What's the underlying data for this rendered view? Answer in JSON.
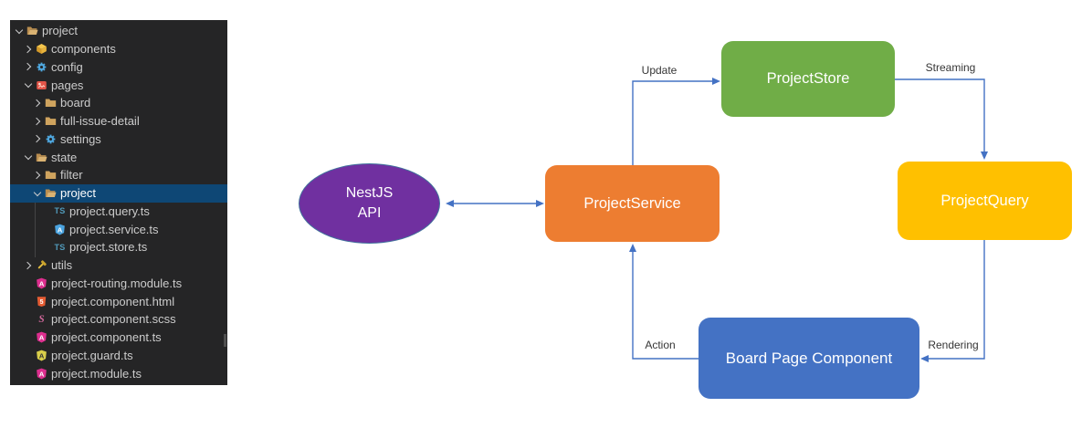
{
  "sidebar": {
    "background": "#252526",
    "selection_color": "#0e4775",
    "text_color": "#cccccc",
    "items": [
      {
        "label": "project",
        "level": 0,
        "chevron": "down",
        "icon": "folder-open-icon",
        "selected": false
      },
      {
        "label": "components",
        "level": 1,
        "chevron": "right",
        "icon": "components-cube-icon",
        "selected": false
      },
      {
        "label": "config",
        "level": 1,
        "chevron": "right",
        "icon": "gear-icon",
        "selected": false
      },
      {
        "label": "pages",
        "level": 1,
        "chevron": "down",
        "icon": "pages-folder-icon",
        "selected": false
      },
      {
        "label": "board",
        "level": 2,
        "chevron": "right",
        "icon": "folder-icon",
        "selected": false
      },
      {
        "label": "full-issue-detail",
        "level": 2,
        "chevron": "right",
        "icon": "folder-icon",
        "selected": false
      },
      {
        "label": "settings",
        "level": 2,
        "chevron": "right",
        "icon": "gear-icon",
        "selected": false
      },
      {
        "label": "state",
        "level": 1,
        "chevron": "down",
        "icon": "folder-open-icon",
        "selected": false
      },
      {
        "label": "filter",
        "level": 2,
        "chevron": "right",
        "icon": "folder-icon",
        "selected": false
      },
      {
        "label": "project",
        "level": 2,
        "chevron": "down",
        "icon": "folder-open-icon",
        "selected": true
      },
      {
        "label": "project.query.ts",
        "level": 3,
        "chevron": null,
        "icon": "typescript-icon",
        "selected": false
      },
      {
        "label": "project.service.ts",
        "level": 3,
        "chevron": null,
        "icon": "angular-service-icon",
        "selected": false
      },
      {
        "label": "project.store.ts",
        "level": 3,
        "chevron": null,
        "icon": "typescript-icon",
        "selected": false
      },
      {
        "label": "utils",
        "level": 1,
        "chevron": "right",
        "icon": "tools-icon",
        "selected": false
      },
      {
        "label": "project-routing.module.ts",
        "level": 1,
        "chevron": null,
        "icon": "angular-module-icon",
        "selected": false
      },
      {
        "label": "project.component.html",
        "level": 1,
        "chevron": null,
        "icon": "html5-icon",
        "selected": false
      },
      {
        "label": "project.component.scss",
        "level": 1,
        "chevron": null,
        "icon": "sass-icon",
        "selected": false
      },
      {
        "label": "project.component.ts",
        "level": 1,
        "chevron": null,
        "icon": "angular-component-icon",
        "selected": false
      },
      {
        "label": "project.guard.ts",
        "level": 1,
        "chevron": null,
        "icon": "angular-guard-icon",
        "selected": false
      },
      {
        "label": "project.module.ts",
        "level": 1,
        "chevron": null,
        "icon": "angular-module-icon",
        "selected": false
      }
    ]
  },
  "diagram": {
    "arrow_color": "#4472C4",
    "nodes": [
      {
        "name": "nestjs-api",
        "shape": "ellipse",
        "line1": "NestJS",
        "line2": "API",
        "color": "#7030A0"
      },
      {
        "name": "project-service",
        "shape": "rounded-rect",
        "label": "ProjectService",
        "color": "#ED7D31"
      },
      {
        "name": "project-store",
        "shape": "rounded-rect",
        "label": "ProjectStore",
        "color": "#70AD47"
      },
      {
        "name": "project-query",
        "shape": "rounded-rect",
        "label": "ProjectQuery",
        "color": "#FFC000"
      },
      {
        "name": "board-page-component",
        "shape": "rounded-rect",
        "label": "Board Page Component",
        "color": "#4472C4"
      }
    ],
    "edges": [
      {
        "label": "Update",
        "from": "project-service",
        "to": "project-store"
      },
      {
        "label": "Streaming",
        "from": "project-store",
        "to": "project-query"
      },
      {
        "label": "Rendering",
        "from": "project-query",
        "to": "board-page-component"
      },
      {
        "label": "Action",
        "from": "board-page-component",
        "to": "project-service"
      },
      {
        "label": "",
        "from": "nestjs-api",
        "to": "project-service",
        "bidirectional": true
      }
    ]
  }
}
